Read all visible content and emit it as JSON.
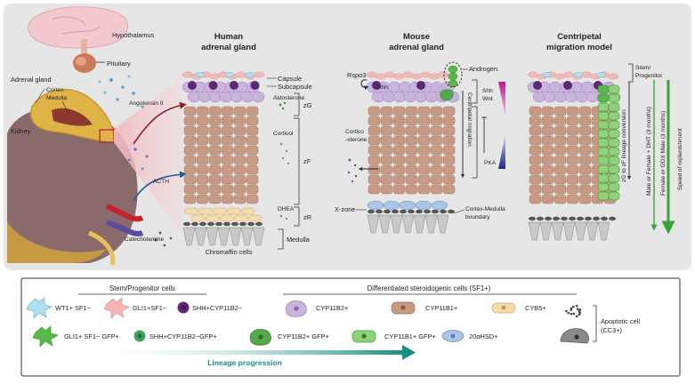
{
  "titles": {
    "human": [
      "Human",
      "adrenal gland"
    ],
    "mouse": [
      "Mouse",
      "adrenal gland"
    ],
    "model": [
      "Centripetal",
      "migration model"
    ]
  },
  "left": {
    "hypothalamus": "Hypothalamus",
    "pituitary": "Pituitary",
    "adrenal_gland": "Adrenal gland",
    "cortex": "Cortex",
    "medulla": "Medulla",
    "kidney": "Kidney",
    "angiotensin": "Angotensin II",
    "acth": "ACTH",
    "catecholamine": "Catecholamine"
  },
  "human": {
    "capsule": "Capsule",
    "subcapsule": "Subcapsule",
    "aldosterone": "Aldosterone",
    "cortisol": "Cortisol",
    "dhea": "DHEA",
    "zG": "zG",
    "zF": "zF",
    "zR": "zR",
    "medulla": "Medulla",
    "chromaffin": "Chromaffin cells"
  },
  "mouse": {
    "rspo3": "Rspo3",
    "shh": "Shh",
    "androgen": "Androgen",
    "shh_wnt": [
      "Shh",
      "Wnt"
    ],
    "pka": "PKA",
    "centripetal": "Centripetal migration",
    "corticosterone": [
      "Cortico",
      "-sterone"
    ],
    "xzone": "X-zone",
    "boundary": [
      "Cortex-Medulla",
      "boundary"
    ]
  },
  "model": {
    "stem": [
      "Stem/",
      "Progenitor"
    ],
    "lineage_conv": "zG to zF lineage conversion",
    "male_female": "Male or Female + DHT (3 months)",
    "female_gdx": "Female or GDX Male (3 months)",
    "speed": "Speed of replenishment"
  },
  "legend": {
    "stem_header": "Stem/Progenitor cells",
    "diff_header": "Differentiated steroidogenic cells (SF1+)",
    "items": {
      "wt1": "WT1+ SF1−",
      "gli1": "GLI1+SF1−",
      "shh": "SHH+CYP11B2−",
      "cyp11b2": "CYP11B2+",
      "cyp11b1": "CYP11B1+",
      "cyb5": "CYB5+",
      "gli1gfp": "GLI1+ SF1− GFP+",
      "shhgfp": "SHH+CYP11B2−GFP+",
      "cyp11b2gfp": "CYP11B2+ GFP+",
      "cyp11b1gfp": "CYP11B1+ GFP+",
      "hsd": "20αHSD+"
    },
    "apoptotic": [
      "Apoptotic cell",
      "(CC3+)"
    ],
    "lineage": "Lineage progression"
  },
  "colors": {
    "background_panel": "#e6e6e6",
    "capsule_pink": "#f2b9b9",
    "zg_purple": "#c8b4dc",
    "shh_purple": "#5c2a73",
    "zf_tan": "#c99a83",
    "zr_beige": "#f6dcaa",
    "gfp_green": "#56b948",
    "xzone_blue": "#a9c6e6",
    "medulla_gray": "#9a9a9a",
    "kidney": "#8a6a6a",
    "lineage_teal": "#1a8f80"
  }
}
